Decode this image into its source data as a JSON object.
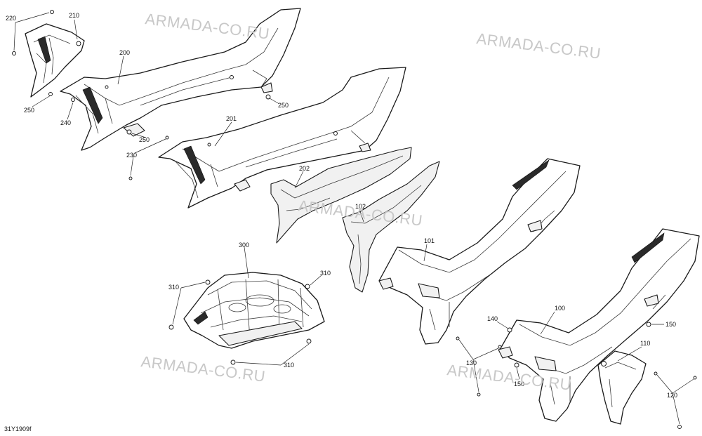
{
  "watermark": "ARMADA-CO.RU",
  "reference_code": "31Y1909f",
  "part_labels": {
    "p100": "100",
    "p101": "101",
    "p102": "102",
    "p110": "110",
    "p120": "120",
    "p130": "130",
    "p140": "140",
    "p150a": "150",
    "p150b": "150",
    "p200": "200",
    "p201": "201",
    "p202": "202",
    "p210": "210",
    "p220": "220",
    "p230": "230",
    "p240": "240",
    "p250a": "250",
    "p250b": "250",
    "p250c": "250",
    "p300": "300",
    "p310a": "310",
    "p310b": "310",
    "p310c": "310"
  },
  "colors": {
    "line": "#1a1a1a",
    "watermark": "#c8c8c8",
    "background": "#ffffff"
  }
}
